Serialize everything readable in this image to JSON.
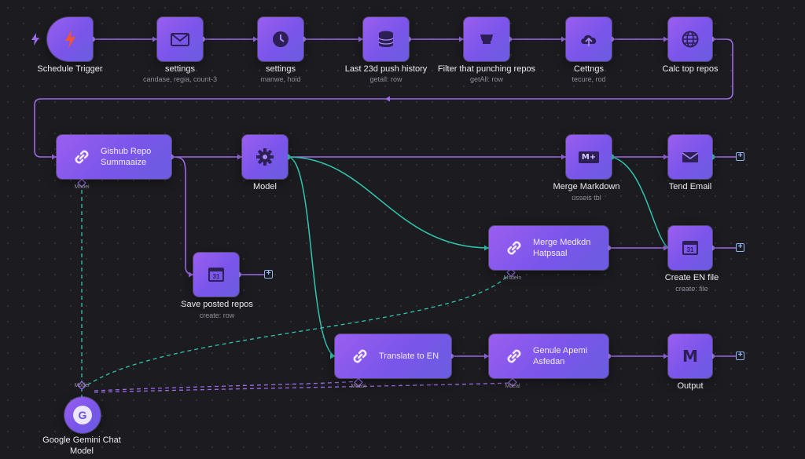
{
  "nodes": {
    "schedule_trigger": {
      "label": "Schedule Trigger"
    },
    "settings_1": {
      "label": "settings",
      "sub": "candase, regia, count-3"
    },
    "settings_2": {
      "label": "settings",
      "sub": "manwe, hoid"
    },
    "last_push_history": {
      "label": "Last 23d push history",
      "sub": "getall: row"
    },
    "filter_repos": {
      "label": "Filter that punching repos",
      "sub": "getAll: row"
    },
    "cettngs": {
      "label": "Cettngs",
      "sub": "tecure, rod"
    },
    "calc_top_repos": {
      "label": "Calc top repos"
    },
    "github_summarize": {
      "line1": "Gishub Repo",
      "line2": "Summaaize",
      "tiny": "Modei"
    },
    "model": {
      "label": "Model"
    },
    "merge_markdown_1": {
      "label": "Merge Markdown",
      "sub": "usseis tbl",
      "icon_text": "M+"
    },
    "tend_email": {
      "label": "Tend Email"
    },
    "save_posted_repos": {
      "label": "Save posted repos",
      "sub": "create: row",
      "icon_text": "31"
    },
    "merge_markdown_2": {
      "line1": "Merge Medkdn",
      "line2": "Hatpsaal",
      "tiny": "Msdeln"
    },
    "create_en_file": {
      "label": "Create EN file",
      "sub": "create: file",
      "icon_text": "31"
    },
    "translate_to_en": {
      "line1": "Translate to EN",
      "tiny": "Moaoi"
    },
    "genule_apemi": {
      "line1": "Genule Apemi",
      "line2": "Asfedan",
      "tiny": "Mdeal"
    },
    "output": {
      "label": "Output",
      "icon_text": "M"
    },
    "gemini_chat_model": {
      "label_line1": "Google Gemini Chat",
      "label_line2": "Model",
      "tiny": "Modei",
      "icon_text": "G"
    }
  },
  "plus_symbol": "+",
  "colors": {
    "background": "#1c1b20",
    "node_accent": "#8a5cf0",
    "main_wire": "#9b6be8",
    "model_wire": "#2fc6b0",
    "trigger_bolt": "#f0543a",
    "plus_border": "#8fb6f0"
  },
  "icons": [
    "bolt-icon",
    "mail-icon",
    "clock-icon",
    "database-icon",
    "filter-icon",
    "cloud-upload-icon",
    "globe-icon",
    "link-icon",
    "gear-icon",
    "markdown-icon",
    "calendar-icon",
    "gmail-icon",
    "google-g-icon"
  ]
}
